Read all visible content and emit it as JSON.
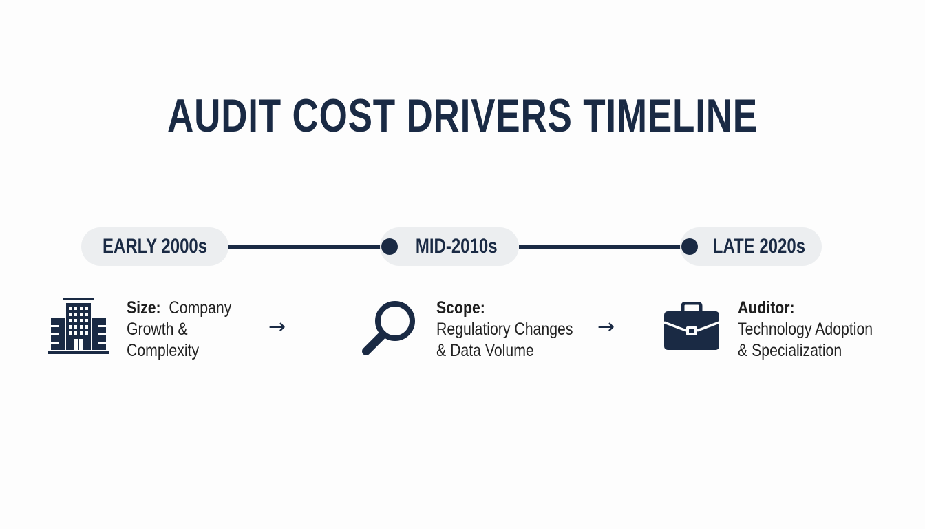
{
  "title": "AUDIT COST DRIVERS TIMELINE",
  "colors": {
    "primary": "#1a2a44",
    "pill_bg": "#eceef0",
    "background": "#fdfdfd"
  },
  "timeline": {
    "periods": [
      {
        "label": "EARLY 2000s"
      },
      {
        "label": "MID-2010s"
      },
      {
        "label": "LATE 2020s"
      }
    ]
  },
  "drivers": [
    {
      "icon": "building-icon",
      "heading": "Size:",
      "line1_rest": "Company",
      "line2": "Growth &",
      "line3": "Complexity"
    },
    {
      "icon": "magnifying-glass-icon",
      "heading": "Scope:",
      "line2": "Regulatiory Changes",
      "line3": "& Data Volume"
    },
    {
      "icon": "briefcase-icon",
      "heading": "Auditor:",
      "line2": "Technology Adoption",
      "line3": "& Specialization"
    }
  ],
  "arrows": [
    "→",
    "→"
  ]
}
